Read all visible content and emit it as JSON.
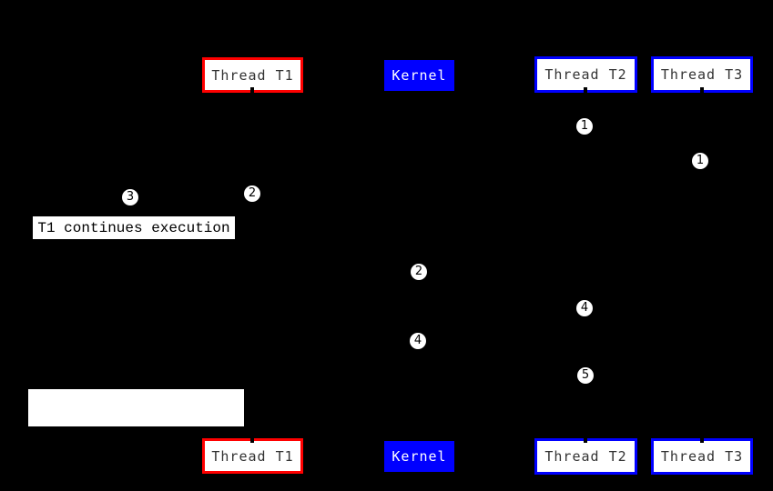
{
  "colors": {
    "background": "#000000",
    "t1_border": "#ff0000",
    "t2_t3_border": "#0000ff",
    "kernel_fill": "#0000ff",
    "box_fill": "#ffffff",
    "box_text": "#333333",
    "kernel_text": "#ffffff",
    "lifeline": "#000000",
    "marker_fill": "#ffffff",
    "marker_text": "#000000"
  },
  "lanes": {
    "top": [
      {
        "label": "Thread T1"
      },
      {
        "label": "Kernel"
      },
      {
        "label": "Thread T2"
      },
      {
        "label": "Thread T3"
      }
    ],
    "bottom": [
      {
        "label": "Thread T1"
      },
      {
        "label": "Kernel"
      },
      {
        "label": "Thread T2"
      },
      {
        "label": "Thread T3"
      }
    ]
  },
  "markers": [
    {
      "label": "1"
    },
    {
      "label": "1"
    },
    {
      "label": "2"
    },
    {
      "label": "3"
    },
    {
      "label": "2"
    },
    {
      "label": "4"
    },
    {
      "label": "4"
    },
    {
      "label": "5"
    }
  ],
  "annotations": {
    "t1_continues": "T1 continues execution",
    "blank": ""
  }
}
